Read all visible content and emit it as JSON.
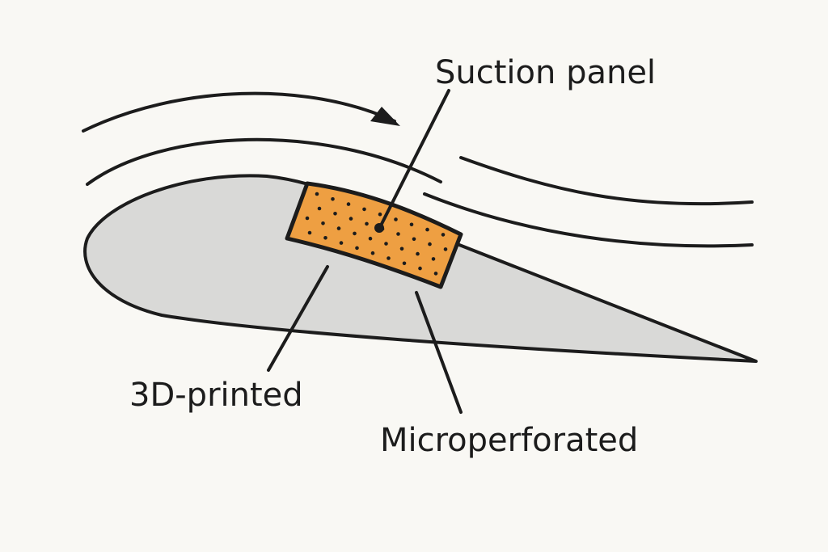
{
  "labels": {
    "suction_panel": "Suction panel",
    "printed": "3D-printed",
    "microperforated": "Microperforated"
  },
  "colors": {
    "background": "#f9f8f4",
    "airfoil": "#d9d9d7",
    "panel": "#ee9f42",
    "stroke": "#1c1c1c"
  }
}
